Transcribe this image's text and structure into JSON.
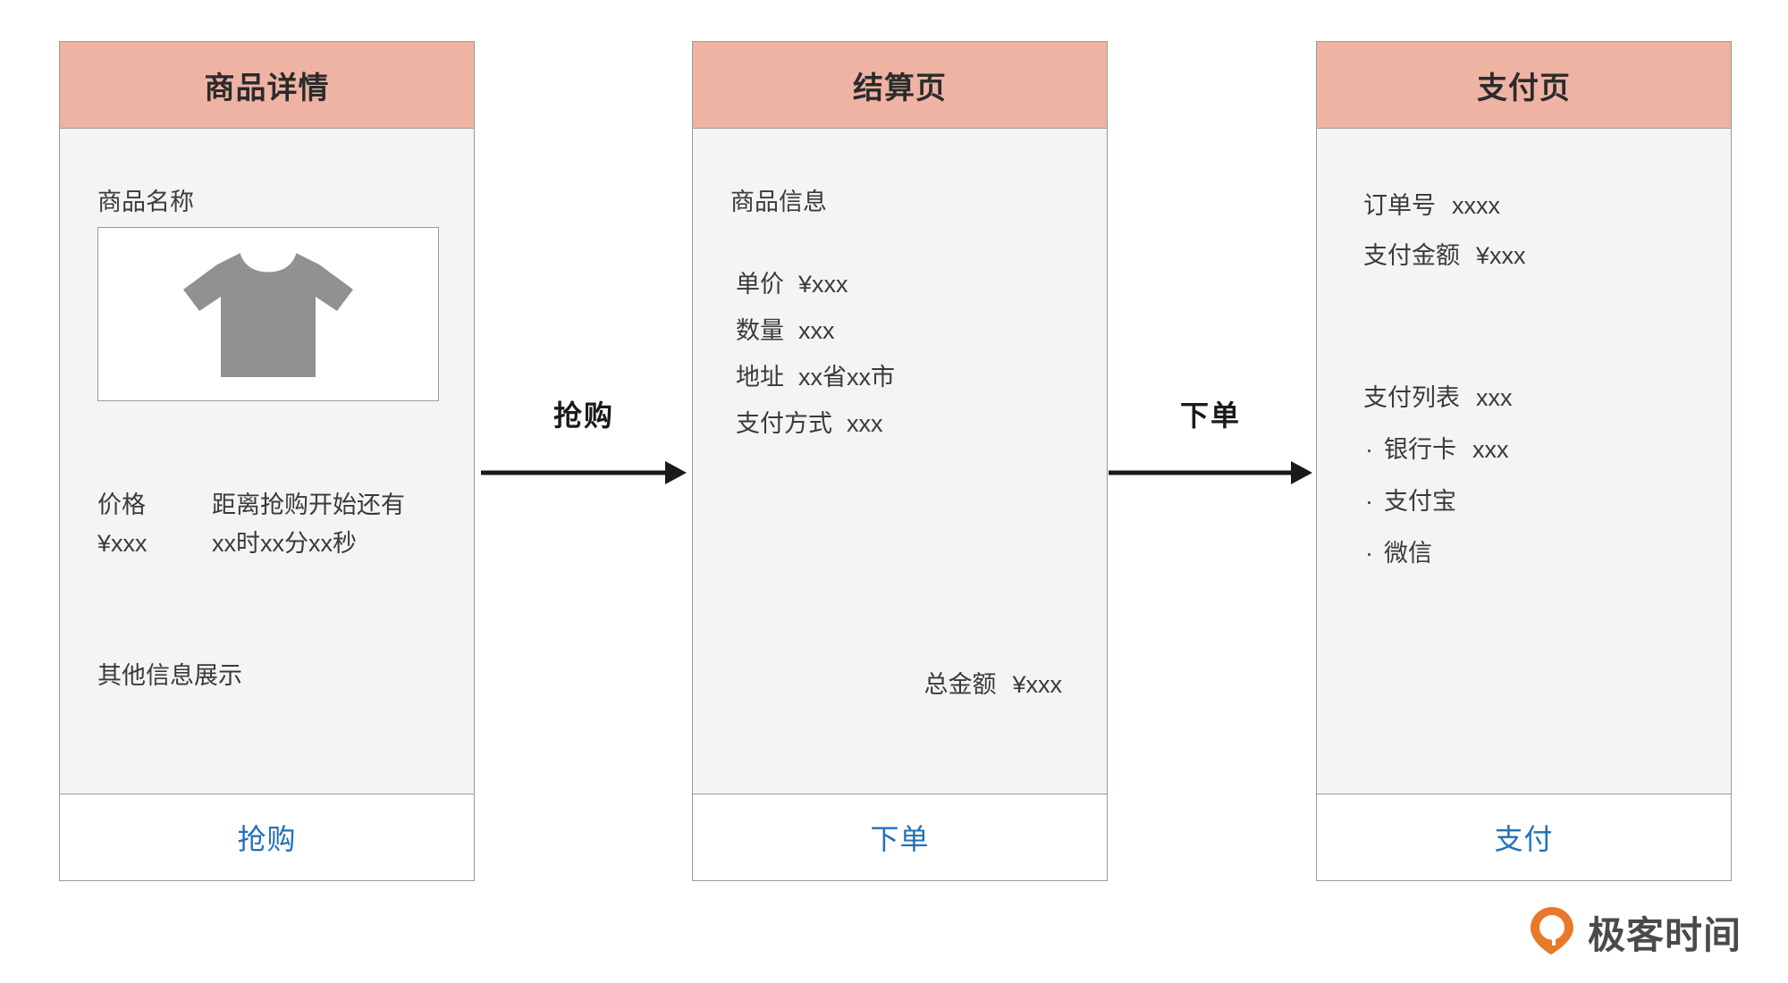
{
  "theme": {
    "header_bg": "#efb3a3",
    "card_body_bg": "#f2f4f6",
    "card_border": "#9a9a9a",
    "button_text": "#2170b8",
    "text": "#3a3a3a",
    "shirt_gray": "#8f9193",
    "logo_orange": "#e8792b"
  },
  "cards": [
    {
      "title": "商品详情",
      "product_name_label": "商品名称",
      "image_alt": "tshirt-placeholder",
      "price_label": "价格",
      "price_value": "¥xxx",
      "countdown_label": "距离抢购开始还有",
      "countdown_value": "xx时xx分xx秒",
      "other_info": "其他信息展示",
      "button_label": "抢购"
    },
    {
      "title": "结算页",
      "section_title": "商品信息",
      "rows": [
        {
          "label": "单价",
          "value": "¥xxx"
        },
        {
          "label": "数量",
          "value": "xxx"
        },
        {
          "label": "地址",
          "value": "xx省xx市"
        },
        {
          "label": "支付方式",
          "value": "xxx"
        }
      ],
      "total_label": "总金额",
      "total_value": "¥xxx",
      "button_label": "下单"
    },
    {
      "title": "支付页",
      "order_no_label": "订单号",
      "order_no_value": "xxxx",
      "pay_amount_label": "支付金额",
      "pay_amount_value": "¥xxx",
      "pay_list_label": "支付列表",
      "pay_list_value": "xxx",
      "bullet": "·",
      "methods": [
        {
          "label": "银行卡",
          "value": "xxx"
        },
        {
          "label": "支付宝",
          "value": ""
        },
        {
          "label": "微信",
          "value": ""
        }
      ],
      "button_label": "支付"
    }
  ],
  "arrows": [
    {
      "label": "抢购"
    },
    {
      "label": "下单"
    }
  ],
  "logo": {
    "text": "极客时间",
    "icon": "geekbang-pin-icon"
  }
}
